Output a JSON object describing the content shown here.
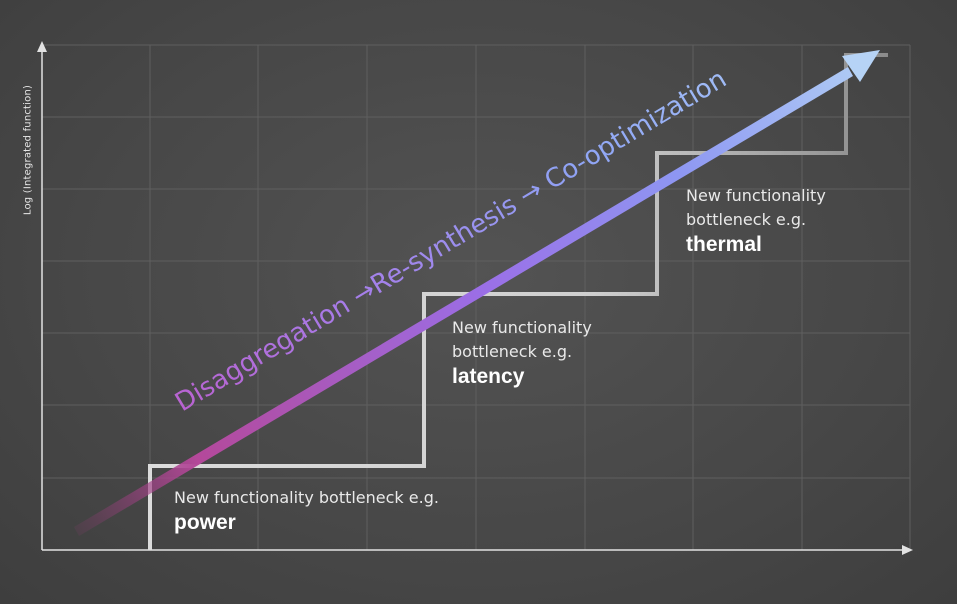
{
  "diagram": {
    "y_axis_label": "Log (Integrated function)",
    "arrow_label": "Disaggregation →Re-synthesis → Co-optimization",
    "steps": [
      {
        "line1": "New functionality bottleneck e.g.",
        "line2": "",
        "bottleneck": "power"
      },
      {
        "line1": "New functionality",
        "line2": "bottleneck e.g.",
        "bottleneck": "latency"
      },
      {
        "line1": "New functionality",
        "line2": "bottleneck e.g.",
        "bottleneck": "thermal"
      }
    ],
    "colors": {
      "background": "#4a4a4a",
      "grid": "#5e5e5e",
      "axis": "#e0e0e0",
      "staircase": "#d9d9d9",
      "arrow_start": "#c04fa8",
      "arrow_mid": "#8f7ef0",
      "arrow_end": "#a9c8f5"
    }
  }
}
